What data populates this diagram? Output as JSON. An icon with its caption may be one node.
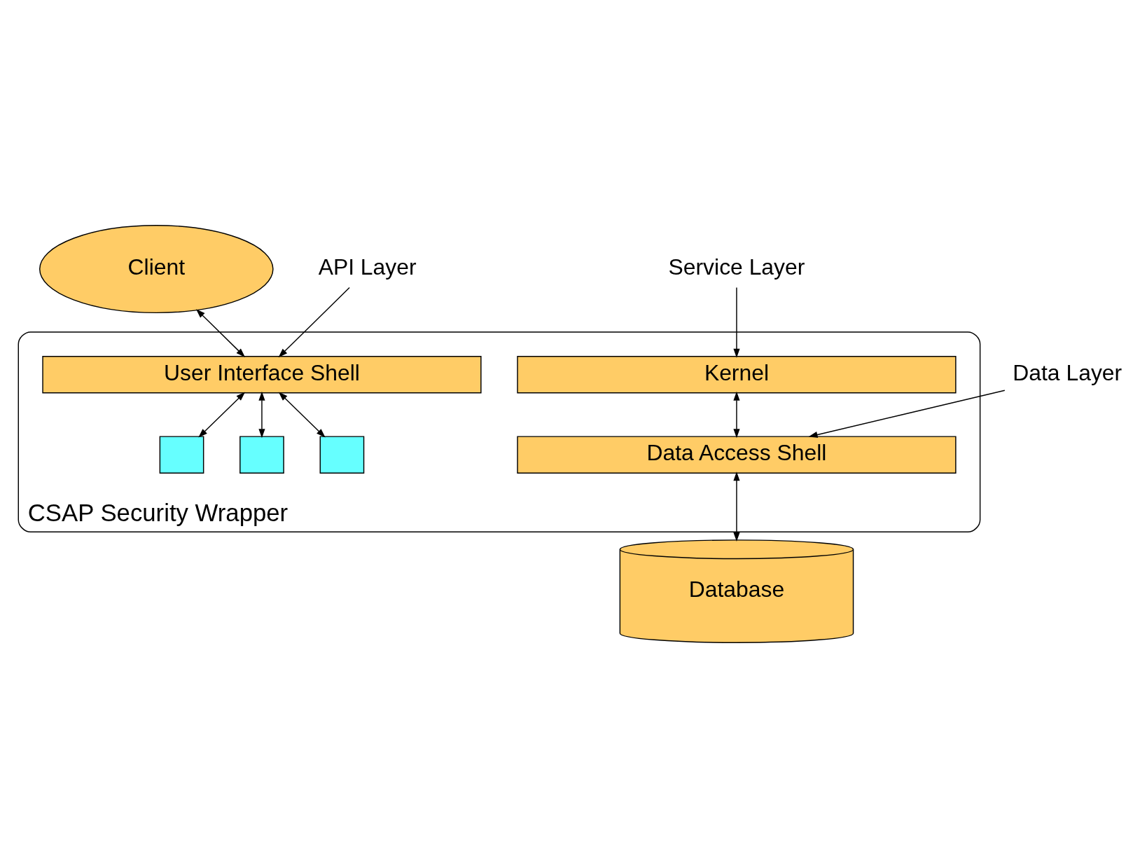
{
  "diagram": {
    "nodes": [
      {
        "text": [
          "Client"
        ]
      },
      {
        "text": [
          "CSAP Security Wrapper"
        ]
      },
      {
        "text": [
          "User Interface Shell"
        ],
        "in": 1
      },
      {
        "text": [],
        "shape": "box",
        "in": 1
      },
      {
        "text": [],
        "shape": "box",
        "in": 1
      },
      {
        "text": [],
        "shape": "box",
        "in": 1
      },
      {
        "text": [
          "Kernel"
        ],
        "in": 1
      },
      {
        "text": [
          "Data Access Shell"
        ],
        "in": 1
      },
      {
        "text": [
          "Database"
        ]
      },
      {
        "text": [
          "API Layer"
        ]
      },
      {
        "text": [
          "Service Layer"
        ]
      },
      {
        "text": [
          "Data Layer"
        ]
      }
    ],
    "edges": [
      {
        "from": 0,
        "to": 2,
        "arrow": "both"
      },
      {
        "from": 2,
        "to": 3,
        "arrow": "both"
      },
      {
        "from": 2,
        "to": 4,
        "arrow": "both"
      },
      {
        "from": 2,
        "to": 5,
        "arrow": "both"
      },
      {
        "from": 6,
        "to": 7,
        "arrow": "both"
      },
      {
        "from": 7,
        "to": 8,
        "arrow": "both"
      },
      {
        "from": 9,
        "to": 2,
        "arrow": "to"
      },
      {
        "from": 10,
        "to": 6,
        "arrow": "to"
      },
      {
        "from": 11,
        "to": 7,
        "arrow": "to"
      }
    ]
  }
}
